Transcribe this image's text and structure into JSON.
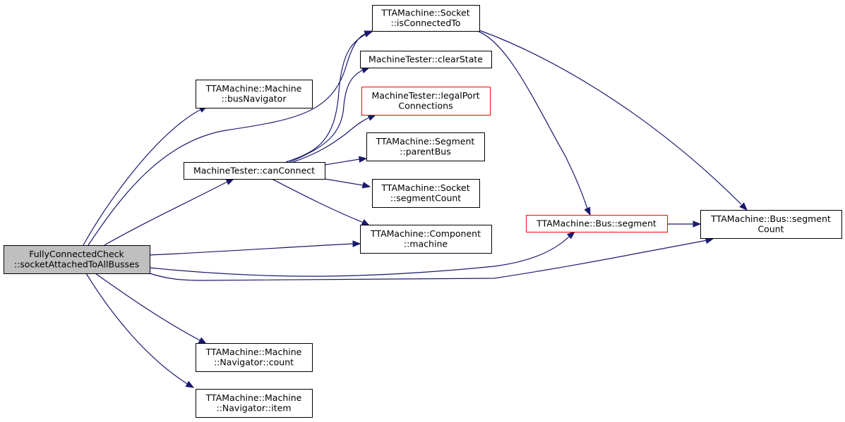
{
  "nodes": [
    {
      "id": "root",
      "lines": [
        "FullyConnectedCheck",
        "::socketAttachedToAllBusses"
      ],
      "style": "root"
    },
    {
      "id": "busNavigator",
      "lines": [
        "TTAMachine::Machine",
        "::busNavigator"
      ],
      "style": "normal"
    },
    {
      "id": "canConnect",
      "lines": [
        "MachineTester::canConnect"
      ],
      "style": "normal"
    },
    {
      "id": "isConnectedTo",
      "lines": [
        "TTAMachine::Socket",
        "::isConnectedTo"
      ],
      "style": "normal"
    },
    {
      "id": "clearState",
      "lines": [
        "MachineTester::clearState"
      ],
      "style": "normal"
    },
    {
      "id": "legalPort",
      "lines": [
        "MachineTester::legalPort",
        "Connections"
      ],
      "style": "red"
    },
    {
      "id": "parentBus",
      "lines": [
        "TTAMachine::Segment",
        "::parentBus"
      ],
      "style": "normal"
    },
    {
      "id": "segmentCount",
      "lines": [
        "TTAMachine::Socket",
        "::segmentCount"
      ],
      "style": "normal"
    },
    {
      "id": "compMachine",
      "lines": [
        "TTAMachine::Component",
        "::machine"
      ],
      "style": "normal"
    },
    {
      "id": "busSegment",
      "lines": [
        "TTAMachine::Bus::segment"
      ],
      "style": "red"
    },
    {
      "id": "busSegCount",
      "lines": [
        "TTAMachine::Bus::segment",
        "Count"
      ],
      "style": "normal"
    },
    {
      "id": "navCount",
      "lines": [
        "TTAMachine::Machine",
        "::Navigator::count"
      ],
      "style": "normal"
    },
    {
      "id": "navItem",
      "lines": [
        "TTAMachine::Machine",
        "::Navigator::item"
      ],
      "style": "normal"
    }
  ],
  "edges": [
    {
      "from": "root",
      "to": "busNavigator"
    },
    {
      "from": "root",
      "to": "canConnect"
    },
    {
      "from": "root",
      "to": "isConnectedTo"
    },
    {
      "from": "root",
      "to": "compMachine"
    },
    {
      "from": "root",
      "to": "busSegment"
    },
    {
      "from": "root",
      "to": "busSegCount"
    },
    {
      "from": "root",
      "to": "navCount"
    },
    {
      "from": "root",
      "to": "navItem"
    },
    {
      "from": "canConnect",
      "to": "isConnectedTo"
    },
    {
      "from": "canConnect",
      "to": "clearState"
    },
    {
      "from": "canConnect",
      "to": "legalPort"
    },
    {
      "from": "canConnect",
      "to": "parentBus"
    },
    {
      "from": "canConnect",
      "to": "segmentCount"
    },
    {
      "from": "canConnect",
      "to": "compMachine"
    },
    {
      "from": "isConnectedTo",
      "to": "busSegment"
    },
    {
      "from": "isConnectedTo",
      "to": "busSegCount"
    },
    {
      "from": "busSegment",
      "to": "busSegCount"
    }
  ],
  "colors": {
    "edge": "#191970",
    "root_fill": "#bfbfbf",
    "node_border": "#000000",
    "highlight_border": "#ff0000"
  }
}
